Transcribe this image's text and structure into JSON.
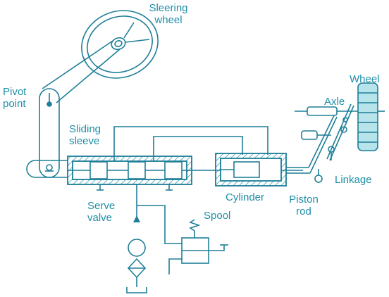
{
  "labels": {
    "steering_wheel_line1": "Sleering",
    "steering_wheel_line2": "wheel",
    "pivot_line1": "Pivot",
    "pivot_line2": "point",
    "sliding_line1": "Sliding",
    "sliding_line2": "sleeve",
    "serve_line1": "Serve",
    "serve_line2": "valve",
    "spool": "Spool",
    "cylinder": "Cylinder",
    "piston_line1": "Piston",
    "piston_line2": "rod",
    "axle": "Axle",
    "wheel": "Wheel",
    "linkage": "Linkage"
  },
  "colors": {
    "stroke": "#1f7f98",
    "text": "#1f8fa8",
    "hatch": "#3aa0b8",
    "wheel_fill": "#b7e3ea"
  }
}
